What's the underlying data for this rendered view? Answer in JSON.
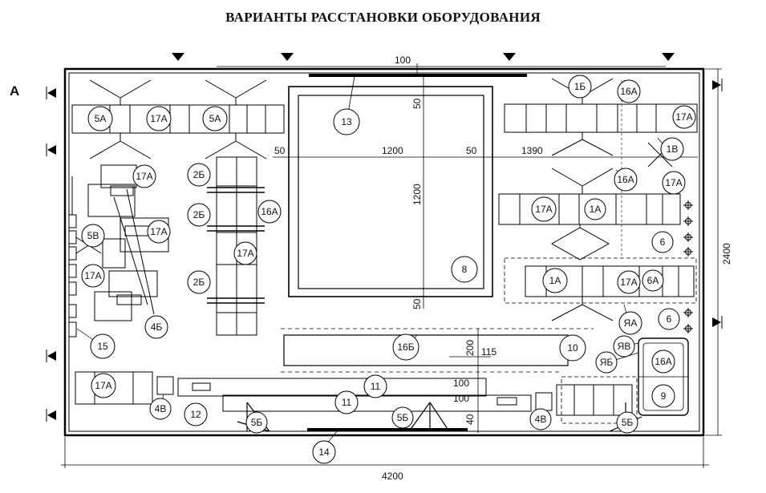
{
  "title": "ВАРИАНТЫ РАССТАНОВКИ ОБОРУДОВАНИЯ",
  "section_letter": "А",
  "dimensions": {
    "total_width": "4200",
    "total_height": "2400",
    "top_gap": "100",
    "center_span": "1200",
    "center_height": "1200",
    "left_margin": "50",
    "right_margin": "50",
    "right_span": "1390",
    "top_offset": "50",
    "bottom_offset": "50",
    "aisle_width": "200",
    "aisle_gap": "115",
    "row_gap_1": "100",
    "row_gap_2": "100",
    "bottom_gap": "40"
  },
  "labels": {
    "l5a_1": "5А",
    "l17a_1": "17А",
    "l5a_2": "5А",
    "l13": "13",
    "l1b": "1Б",
    "l16a_1": "16А",
    "l17a_2": "17А",
    "l1v": "1В",
    "l16a_2": "16А",
    "l17a_3": "17А",
    "l17a_4": "17А",
    "l1a_1": "1А",
    "l6_1": "6",
    "l1a_2": "1А",
    "l17a_5": "17А",
    "l6a": "6А",
    "l8": "8",
    "lya_a": "ЯА",
    "l6_2": "6",
    "l17a_6": "17А",
    "l2b_1": "2Б",
    "l2b_2": "2Б",
    "l16a_3": "16А",
    "l17a_7": "17А",
    "l2b_3": "2Б",
    "l5v": "5В",
    "l17a_8": "17А",
    "l17a_9": "17А",
    "l4b": "4Б",
    "l15": "15",
    "l16b": "16Б",
    "l10": "10",
    "lya_v": "ЯВ",
    "lya_b": "ЯБ",
    "l16a_4": "16А",
    "l9": "9",
    "l17a_10": "17А",
    "l4v_1": "4В",
    "l12": "12",
    "l11_1": "11",
    "l11_2": "11",
    "l5b_1": "5Б",
    "l5b_2": "5Б",
    "l4v_2": "4В",
    "l5b_3": "5Б",
    "l14": "14"
  }
}
